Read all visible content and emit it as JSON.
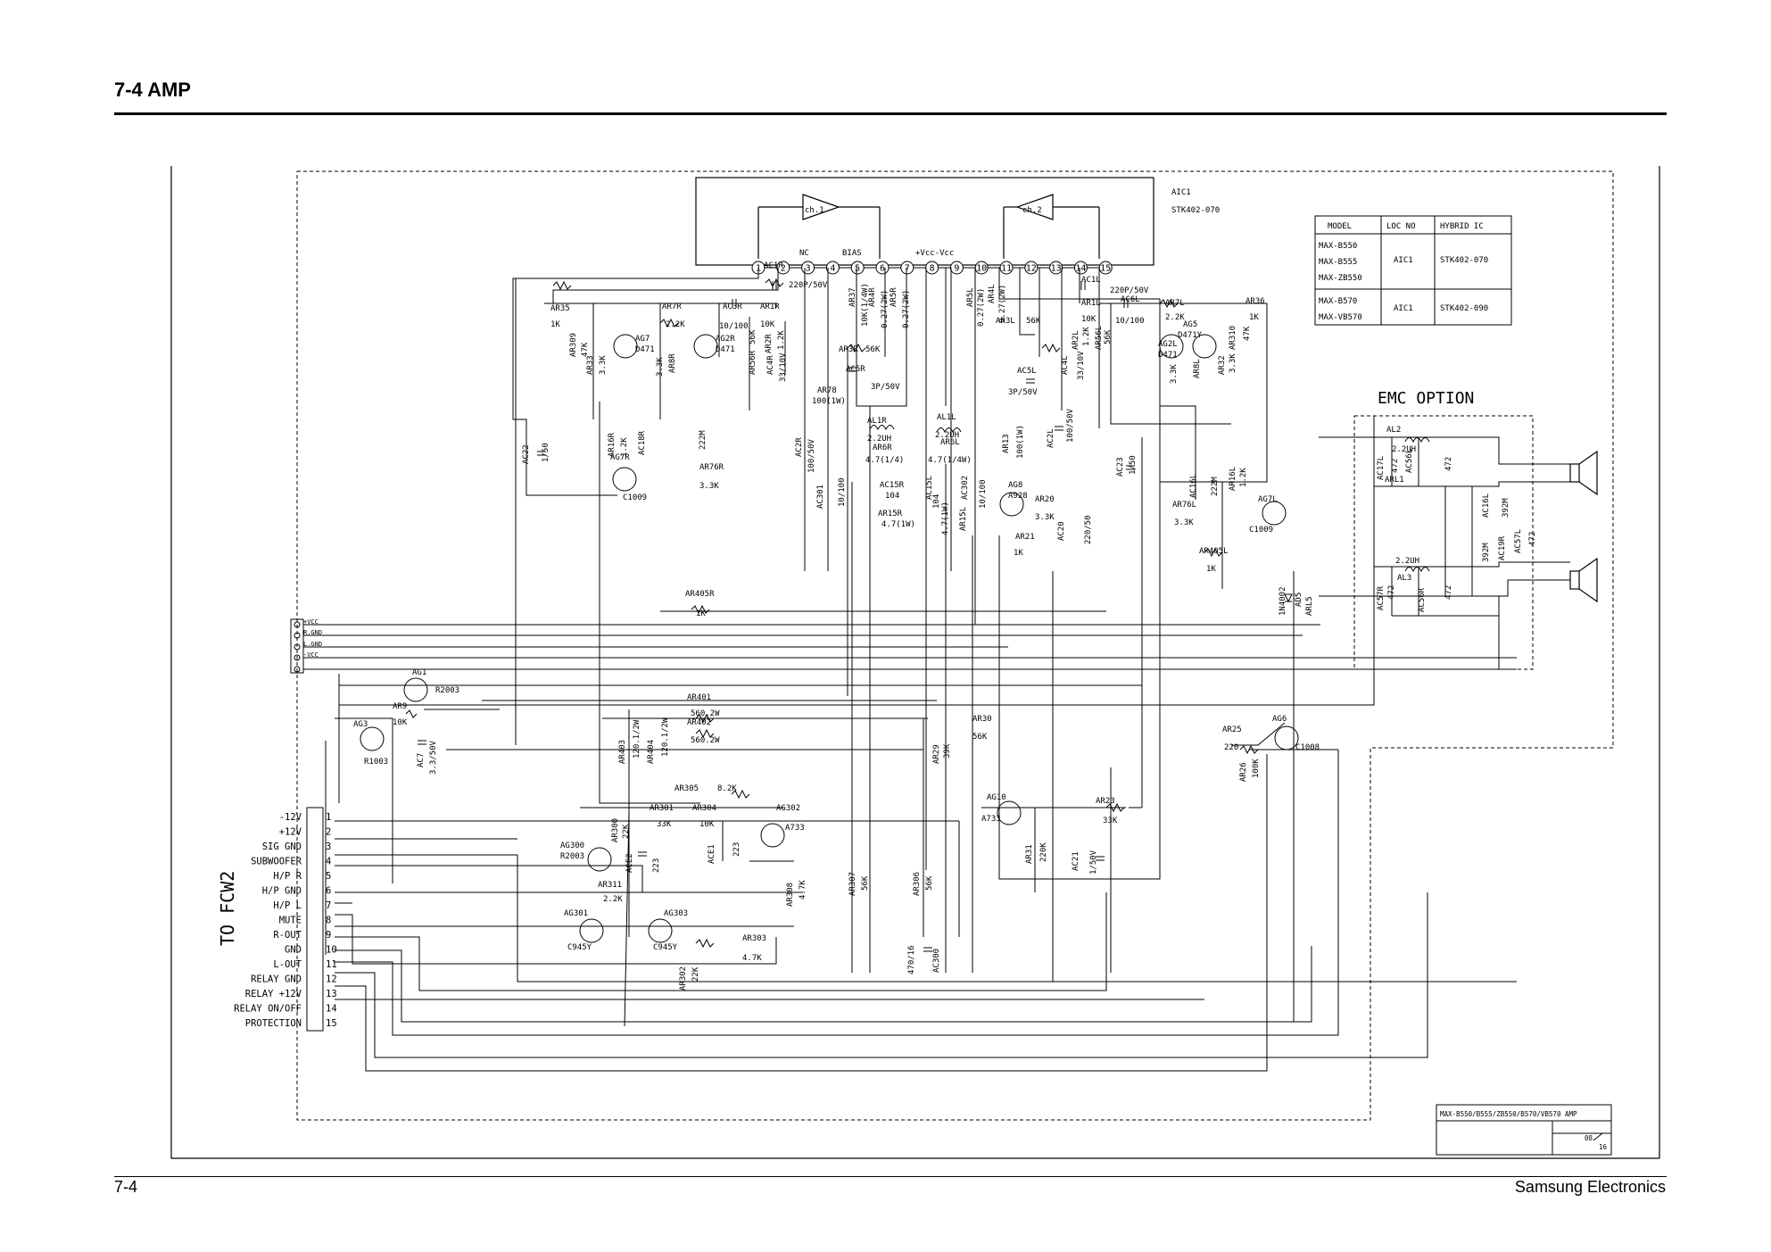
{
  "header": {
    "title": "7-4  AMP"
  },
  "footer": {
    "page": "7-4",
    "brand": "Samsung Electronics"
  },
  "ic": {
    "name": "AIC1",
    "part": "STK402-070",
    "ch1": "ch.1",
    "ch2": "ch.2",
    "nc_label": "NC",
    "bias_label": "BIAS",
    "vcc_label": "+Vcc-Vcc",
    "pins": [
      "1",
      "2",
      "3",
      "4",
      "5",
      "6",
      "7",
      "8",
      "9",
      "10",
      "11",
      "12",
      "13",
      "14",
      "15"
    ]
  },
  "model_table": {
    "headers": [
      "MODEL",
      "LOC NO",
      "HYBRID IC"
    ],
    "rows": [
      {
        "models": [
          "MAX-B550",
          "MAX-B555",
          "MAX-ZB550"
        ],
        "loc": "AIC1",
        "ic": "STK402-070"
      },
      {
        "models": [
          "MAX-B570",
          "MAX-VB570"
        ],
        "loc": "AIC1",
        "ic": "STK402-090"
      }
    ]
  },
  "emc": {
    "title": "EMC OPTION"
  },
  "fcw2": {
    "title": "TO FCW2",
    "pins": [
      {
        "num": "1",
        "label": "-12V"
      },
      {
        "num": "2",
        "label": "+12V"
      },
      {
        "num": "3",
        "label": "SIG GND"
      },
      {
        "num": "4",
        "label": "SUBWOOFER"
      },
      {
        "num": "5",
        "label": "H/P R"
      },
      {
        "num": "6",
        "label": "H/P GND"
      },
      {
        "num": "7",
        "label": "H/P L"
      },
      {
        "num": "8",
        "label": "MUTE"
      },
      {
        "num": "9",
        "label": "R-OUT"
      },
      {
        "num": "10",
        "label": "GND"
      },
      {
        "num": "11",
        "label": "L-OUT"
      },
      {
        "num": "12",
        "label": "RELAY GND"
      },
      {
        "num": "13",
        "label": "RELAY +12V"
      },
      {
        "num": "14",
        "label": "RELAY ON/OFF"
      },
      {
        "num": "15",
        "label": "PROTECTION"
      }
    ]
  },
  "power_conn": {
    "pins": [
      "+VCC",
      "R.GND",
      "L.GND",
      "-VCC"
    ]
  },
  "title_block": {
    "title": "MAX-B550/B555/ZB550/B570/VB570  AMP",
    "sheet": "08",
    "total": "16"
  },
  "components": {
    "ar35": "AR35",
    "ar35v": "1K",
    "ar309": "AR309",
    "ar309v": "47K",
    "ar33": "AR33",
    "ar33v": "3.3K",
    "ag7": "AG7",
    "ag7v": "D471",
    "ar7r": "AR7R",
    "ar7rv": "2.2K",
    "ar8r": "AR8R",
    "ar8rv": "3.3K",
    "ac3r": "AC3R",
    "ac3rv": "10/100",
    "ag2r": "AG2R",
    "ag2rv": "D471",
    "ar1r": "AR1R",
    "ar1rv": "10K",
    "ar2r": "AR2R",
    "ar2rv": "1.2K",
    "ar56r": "AR56R",
    "ar56rv": "56K",
    "ac4r": "AC4R",
    "ac4rv": "33/10V",
    "ac1r": "AC1R",
    "ac1rv": "220P/50V",
    "ar37": "AR37",
    "ar37v": "10K(1/4W)",
    "ar4r": "AR4R",
    "ar4rv": "0.27(2W)",
    "ar5r": "AR5R",
    "ar5rv": "0.27(2W)",
    "ar3r": "AR3R",
    "ar3rv": "56K",
    "ac5r": "AC5R",
    "ac5rv": "3P/50V",
    "ar78": "AR78",
    "ar78v": "100(1W)",
    "ac2r": "AC2R",
    "ac2rv": "100/50V",
    "al1r": "AL1R",
    "al1rv": "2.2UH",
    "ar6r": "AR6R",
    "ar6rv": "4.7(1/4)",
    "ac301": "AC301",
    "ac301v": "10/100",
    "ac15r": "AC15R",
    "ac15rv": "104",
    "ar15r": "AR15R",
    "ar15rv": "4.7(1W)",
    "ag7r": "AG7R",
    "ag7rv": "C1009",
    "ar16r": "AR16R",
    "ar16rv": "1.2K",
    "ac18r": "AC18R",
    "ac18rv": "222M",
    "ar76r": "AR76R",
    "ar76rv": "3.3K",
    "ac22": "AC22",
    "ac22v": "1/50",
    "ar405r": "AR405R",
    "ar405rv": "1K",
    "ar5l": "AR5L",
    "ar5lv": "0.27(2W)",
    "ar4l": "AR4L",
    "ar4lv": "0.27(2W)",
    "ar3l": "AR3L",
    "ar3lv": "56K",
    "ac5l": "AC5L",
    "ac5lv": "3P/50V",
    "ac1l": "AC1L",
    "ac1lv": "220P/50V",
    "ar1l": "AR1L",
    "ar1lv": "10K",
    "ac6l": "AC6L",
    "ac6lv": "10/100",
    "ar7l": "AR7L",
    "ar7lv": "2.2K",
    "ar36": "AR36",
    "ar36v": "1K",
    "ar2l": "AR2L",
    "ar2lv": "1.2K",
    "ar56l": "AR56L",
    "ar56lv": "56K",
    "ac4l": "AC4L",
    "ac4lv": "33/10V",
    "ag2l": "AG2L",
    "ag2lv": "D471",
    "ar8l": "AR8L",
    "ar8lv": "3.3K",
    "ag5": "AG5",
    "ag5v": "D471Y",
    "ar32": "AR32",
    "ar32v": "3.3K",
    "ar310": "AR310",
    "ar310v": "47K",
    "al1l": "AL1L",
    "al1lv": "2.2UH",
    "ar6l": "AR6L",
    "ar6lv": "4.7(1/4W)",
    "ac15l": "AC15L",
    "ac15lv": "104",
    "ac302": "AC302",
    "ac302v": "10/100",
    "ar15l": "AR15L",
    "ar15lv": "4.7(1W)",
    "ar13": "AR13",
    "ar13v": "100(1W)",
    "ac2l": "AC2L",
    "ac2lv": "100/50V",
    "ag8": "AG8",
    "ag8v": "A928",
    "ar20": "AR20",
    "ar20v": "3.3K",
    "ar21": "AR21",
    "ar21v": "1K",
    "ac20": "AC20",
    "ac20v": "220/50",
    "ac23": "AC23",
    "ac23v": "1/50",
    "ac16l": "AC16L",
    "ac16lv": "222M",
    "ar16l": "AR16L",
    "ar16lv": "1.2K",
    "ar76l": "AR76L",
    "ar76lv": "3.3K",
    "ag7l": "AG7L",
    "ag7lv": "C1009",
    "ar405l": "AR405L",
    "ar405lv": "1K",
    "ad5": "AD5",
    "ad5v": "1N4002",
    "arl5": "ARL5",
    "ac17l": "AC17L",
    "ac17lv": "472",
    "al2": "AL2",
    "al2v": "2.2UH",
    "arl1": "ARL1",
    "ac56l": "AC56L",
    "ac56lv": "472",
    "ac16l2": "AC16L",
    "ac16l2v": "392M",
    "ac19r": "AC19R",
    "ac19rv": "392M",
    "ac57l": "AC57L",
    "ac57lv": "472",
    "al3": "AL3",
    "al3v": "2.2UH",
    "ac57r": "AC57R",
    "ac57rv": "472",
    "ac56r": "AC56R",
    "ac56rv": "472",
    "ag1": "AG1",
    "ag1v": "R2003",
    "ar9": "AR9",
    "ar9v": "10K",
    "ac7": "AC7",
    "ac7v": "3.3/50V",
    "ag3": "AG3",
    "ag3v": "R1003",
    "ar401": "AR401",
    "ar401v": "560.2W",
    "ar402": "AR402",
    "ar402v": "560.2W",
    "ar403": "AR403",
    "ar403v": "120.1/2W",
    "ar404": "AR404",
    "ar404v": "120.1/2W",
    "ar30": "AR30",
    "ar30v": "56K",
    "ar29": "AR29",
    "ar29v": "39K",
    "ag10": "AG10",
    "ag10v": "A733",
    "ar23": "AR23",
    "ar23v": "33K",
    "ar31": "AR31",
    "ar31v": "220K",
    "ac21": "AC21",
    "ac21v": "1/50V",
    "ar25": "AR25",
    "ar25v": "220",
    "ar26": "AR26",
    "ar26v": "100K",
    "ag6": "AG6",
    "ag6v": "C1008",
    "ar305": "AR305",
    "ar305v": "8.2K",
    "ar301": "AR301",
    "ar301v": "33K",
    "ar304": "AR304",
    "ar304v": "10K",
    "ag300": "AG300",
    "ag300v": "R2003",
    "ar300": "AR300",
    "ar300v": "22K",
    "ace2": "ACE2",
    "ace2v": "223",
    "ar311": "AR311",
    "ar311v": "2.2K",
    "ace1": "ACE1",
    "ace1v": "223",
    "ag302": "AG302",
    "ag302v": "A733",
    "ar308": "AR308",
    "ar308v": "4.7K",
    "ar307": "AR307",
    "ar307v": "56K",
    "ar306": "AR306",
    "ar306v": "56K",
    "ac300": "AC300",
    "ac300v": "470/16",
    "ag301": "AG301",
    "ag301v": "C945Y",
    "ag303": "AG303",
    "ag303v": "C945Y",
    "ar303": "AR303",
    "ar303v": "4.7K",
    "ar302": "AR302",
    "ar302v": "22K"
  }
}
